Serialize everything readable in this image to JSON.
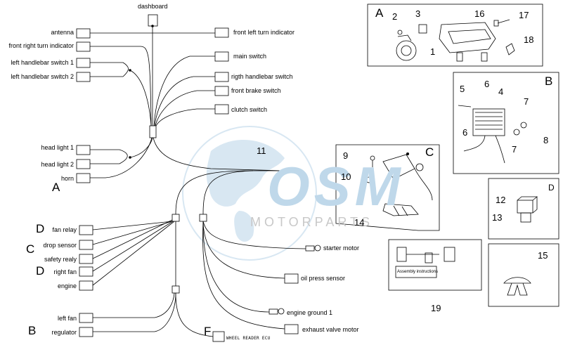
{
  "watermark": {
    "brand": "OSM",
    "sub": "MOTORPARTS",
    "color": "#7aaed4"
  },
  "labels": {
    "dashboard": "dashboard",
    "antenna": "antenna",
    "front_right_turn": "front right turn indicator",
    "left_hb_1": "left handlebar switch 1",
    "left_hb_2": "left handlebar switch 2",
    "front_left_turn": "front left turn indicator",
    "main_switch": "main switch",
    "right_hb": "rigth handlebar switch",
    "front_brake": "front brake switch",
    "clutch": "clutch switch",
    "head_light_1": "head light 1",
    "head_light_2": "head light 2",
    "horn": "horn",
    "fan_relay": "fan relay",
    "drop_sensor": "drop sensor",
    "safety_relay": "safety realy",
    "right_fan": "right fan",
    "engine": "engine",
    "left_fan": "left fan",
    "regulator": "regulator",
    "starter_motor": "starter motor",
    "oil_press": "oil press sensor",
    "engine_ground": "engine ground 1",
    "exhaust_valve": "exhaust valve motor",
    "wheel_reader_ecu": "WHEEL READER ECU",
    "assembly": "Assembly instructions"
  },
  "letters": {
    "A_left": "A",
    "B_left": "B",
    "C_left": "C",
    "D_fan": "D",
    "D_right": "D",
    "F": "F",
    "A_box": "A",
    "B_box": "B",
    "C_box": "C",
    "D_box": "D"
  },
  "numbers": {
    "n1": "1",
    "n2": "2",
    "n3": "3",
    "n16": "16",
    "n17": "17",
    "n18": "18",
    "n5": "5",
    "n6a": "6",
    "n4": "4",
    "n7a": "7",
    "n6b": "6",
    "n8": "8",
    "n7b": "7",
    "n9": "9",
    "n10": "10",
    "n14": "14",
    "n11": "11",
    "n12": "12",
    "n13": "13",
    "n15": "15",
    "n19": "19"
  }
}
